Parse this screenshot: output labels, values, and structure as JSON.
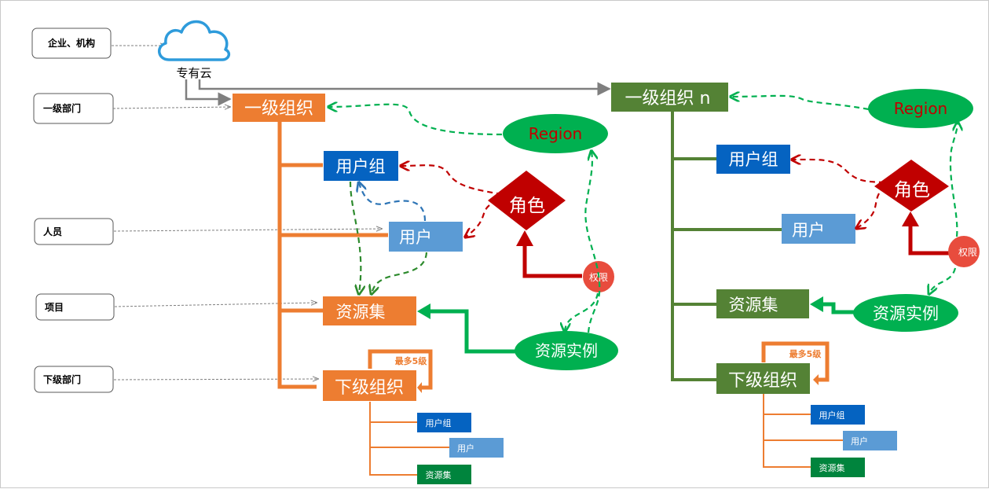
{
  "colors": {
    "orange": "#ED7D31",
    "green_box": "#548235",
    "blue": "#0563C1",
    "light_blue": "#5B9BD5",
    "dark_red": "#C00000",
    "region_green": "#00B050",
    "region_text": "#C00000",
    "res_green": "#00843D",
    "gray": "#7F7F7F",
    "dashed_blue": "#2E75B6"
  },
  "icons": {
    "cloud": "cloud-icon"
  },
  "legend": {
    "enterprise": "企业、机构",
    "first_dept": "一级部门",
    "person": "人员",
    "project": "项目",
    "sub_dept": "下级部门"
  },
  "cloud_label": "专有云",
  "left": {
    "org": "一级组织",
    "usergroup": "用户组",
    "user": "用户",
    "resset": "资源集",
    "suborg": "下级组织",
    "max_levels": "最多5级",
    "region": "Region",
    "role": "角色",
    "permission": "权限",
    "instance": "资源实例",
    "sub_usergroup": "用户组",
    "sub_user": "用户",
    "sub_resset": "资源集"
  },
  "right": {
    "org": "一级组织 n",
    "usergroup": "用户组",
    "user": "用户",
    "resset": "资源集",
    "suborg": "下级组织",
    "max_levels": "最多5级",
    "region": "Region",
    "role": "角色",
    "permission": "权限",
    "instance": "资源实例",
    "sub_usergroup": "用户组",
    "sub_user": "用户",
    "sub_resset": "资源集"
  }
}
